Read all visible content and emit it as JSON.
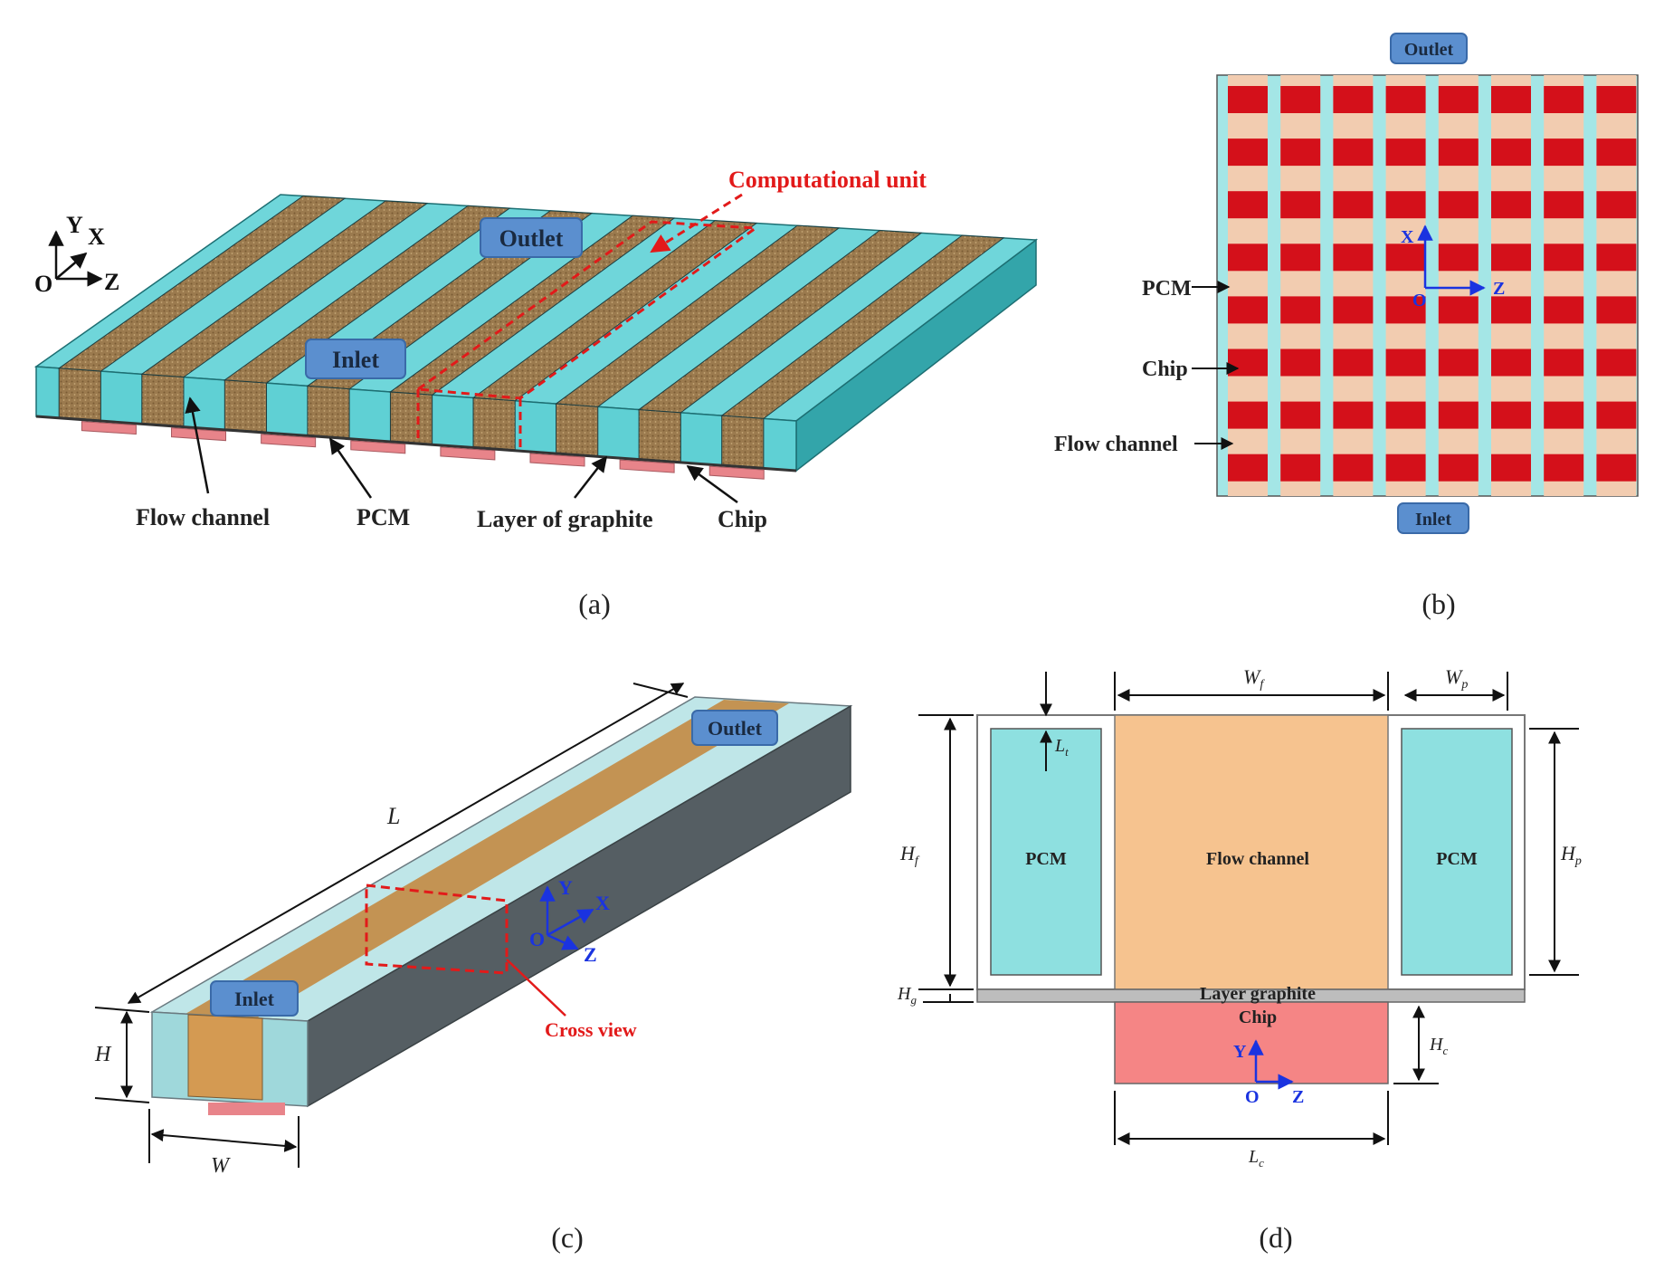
{
  "colors": {
    "water": "#5fd0d4",
    "water_dark": "#2e9aa0",
    "pcm": "#9b7a4e",
    "chip": "#e8848a",
    "chip_red": "#d4101a",
    "pcm_beige": "#f2ccb0",
    "channel_b": "#a4e6e6",
    "button": "#5b8fcf",
    "orange": "#f6c38f",
    "pcm_d": "#8ee0e0",
    "chip_d": "#f58585",
    "graphite": "#bdbdbd",
    "red_dash": "#e21a1a",
    "axis_blue": "#1a33e0"
  },
  "panel_a": {
    "caption": "(a)",
    "outlet": "Outlet",
    "inlet": "Inlet",
    "computational_unit": "Computational unit",
    "flow_channel": "Flow channel",
    "pcm": "PCM",
    "layer_graphite": "Layer of graphite",
    "chip": "Chip",
    "axis": {
      "y": "Y",
      "x": "X",
      "o": "O",
      "z": "Z"
    }
  },
  "panel_b": {
    "caption": "(b)",
    "outlet": "Outlet",
    "inlet": "Inlet",
    "pcm": "PCM",
    "chip": "Chip",
    "flow_channel": "Flow channel",
    "axis": {
      "x": "X",
      "o": "O",
      "z": "Z"
    }
  },
  "panel_c": {
    "caption": "(c)",
    "outlet": "Outlet",
    "inlet": "Inlet",
    "cross_view": "Cross view",
    "L": "L",
    "H": "H",
    "W": "W",
    "axis": {
      "y": "Y",
      "x": "X",
      "o": "O",
      "z": "Z"
    }
  },
  "panel_d": {
    "caption": "(d)",
    "pcm_left": "PCM",
    "flow_channel": "Flow channel",
    "pcm_right": "PCM",
    "layer_graphite": "Layer graphite",
    "chip": "Chip",
    "Wf": "W",
    "Wf_sub": "f",
    "Wp": "W",
    "Wp_sub": "p",
    "Lt": "L",
    "Lt_sub": "t",
    "Hf": "H",
    "Hf_sub": "f",
    "Hp": "H",
    "Hp_sub": "p",
    "Hg": "H",
    "Hg_sub": "g",
    "Hc": "H",
    "Hc_sub": "c",
    "Lc": "L",
    "Lc_sub": "c",
    "axis": {
      "y": "Y",
      "o": "O",
      "z": "Z"
    }
  }
}
